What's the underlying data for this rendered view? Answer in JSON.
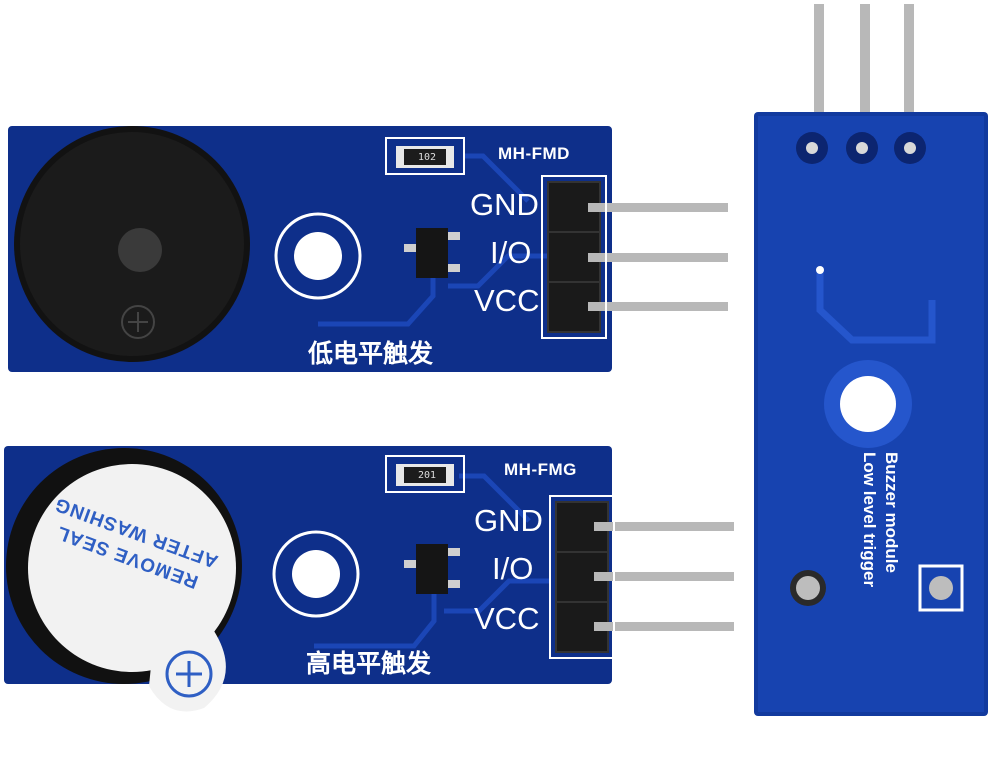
{
  "module_top": {
    "model": "MH-FMD",
    "resistor_code": "102",
    "pins": [
      "GND",
      "I/O",
      "VCC"
    ],
    "trigger_cn": "低电平触发"
  },
  "module_bottom": {
    "model": "MH-FMG",
    "resistor_code": "201",
    "pins": [
      "GND",
      "I/O",
      "VCC"
    ],
    "trigger_cn": "高电平触发",
    "sticker_text": "REMOVE SEAL AFTER WASHING"
  },
  "module_back": {
    "line1": "Buzzer module",
    "line2": "Low level trigger"
  },
  "colors": {
    "pcb_blue": "#0e2f8a",
    "pcb_blue_light": "#1e4fc4",
    "silkscreen": "#ffffff",
    "header_black": "#1a1a1a",
    "pin_metal": "#b8b8b8"
  }
}
